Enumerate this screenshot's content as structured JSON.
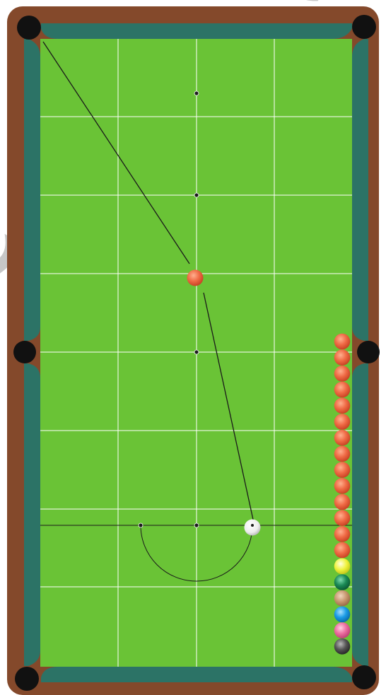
{
  "table": {
    "frame_color": "#84492b",
    "cushion_color": "#2c7366",
    "cloth_color": "#6ac336",
    "grid_color": "#ffffff",
    "pocket_color": "#111111",
    "line_color": "#1a1a1a"
  },
  "watermark": {
    "visible": true,
    "color": "#c7c7c7"
  },
  "balls": {
    "cue_ball": {
      "color": "#f0f0f0"
    },
    "object_ball": {
      "color": "#ef6a45"
    },
    "rack_reds_count": 14,
    "rack_colors": [
      {
        "name": "yellow",
        "color": "#eef23a"
      },
      {
        "name": "green",
        "color": "#1a8a55"
      },
      {
        "name": "brown",
        "color": "#c4946c"
      },
      {
        "name": "blue",
        "color": "#1a9be6"
      },
      {
        "name": "pink",
        "color": "#ec6ea0"
      },
      {
        "name": "black",
        "color": "#444444"
      }
    ]
  }
}
